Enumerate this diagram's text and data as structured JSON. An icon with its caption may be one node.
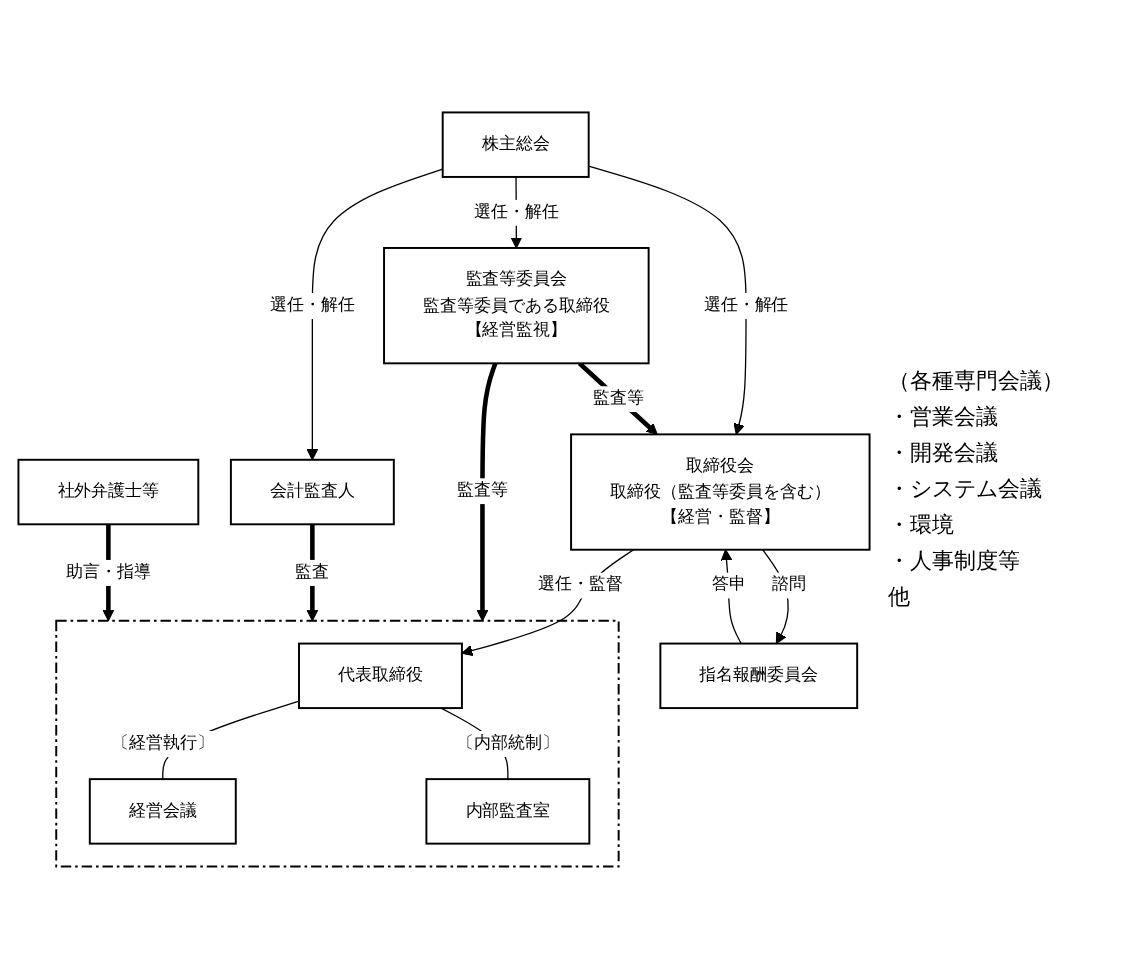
{
  "diagram": {
    "nodes": [
      {
        "text": [
          "株主総会"
        ]
      },
      {
        "text": [
          "取締役会",
          "取締役（監査等委員を含む）",
          "【経営・監督】"
        ]
      },
      {
        "text": [
          "監査等委員会",
          "監査等委員である取締役",
          "【経営監視】"
        ]
      },
      {
        "text": [
          "会計監査人"
        ]
      },
      {
        "text": [
          "指名報酬委員会"
        ]
      },
      {
        "text": [],
        "shape": "box"
      },
      {
        "text": [
          "代表取締役"
        ],
        "in": 5
      },
      {
        "text": [
          "経営会議"
        ],
        "in": 5
      },
      {
        "text": [
          "内部監査室"
        ],
        "in": 5
      },
      {
        "text": [
          "社外弁護士等"
        ]
      }
    ],
    "edges": [
      {
        "from": 0,
        "to": 1,
        "arrow": "to",
        "label": "選任・解任"
      },
      {
        "from": 0,
        "to": 2,
        "arrow": "to",
        "label": "選任・解任"
      },
      {
        "from": 0,
        "to": 3,
        "arrow": "to",
        "label": "選任・解任"
      },
      {
        "from": 2,
        "to": 1,
        "arrow": "to",
        "label": "監査等",
        "style": "thick"
      },
      {
        "from": 1,
        "to": 4,
        "arrow": "to",
        "label": "諮問"
      },
      {
        "from": 4,
        "to": 1,
        "arrow": "to",
        "label": "答申"
      },
      {
        "from": 1,
        "to": 6,
        "arrow": "to",
        "label": "選任・監督"
      },
      {
        "from": 2,
        "to": 5,
        "arrow": "to",
        "label": "監査等",
        "style": "thick"
      },
      {
        "from": 3,
        "to": 5,
        "arrow": "to",
        "label": "監査",
        "style": "thick"
      },
      {
        "from": 9,
        "to": 5,
        "arrow": "to",
        "label": "助言・指導",
        "style": "thick"
      },
      {
        "from": 6,
        "to": 7,
        "arrow": "none",
        "label": "〔経営執行〕"
      },
      {
        "from": 6,
        "to": 8,
        "arrow": "none",
        "label": "〔内部統制〕"
      }
    ],
    "labels": [
      "（各種専門会議）",
      "・営業会議",
      "・開発会議",
      "・システム会議",
      "・環境",
      "・人事制度等",
      "他"
    ]
  }
}
